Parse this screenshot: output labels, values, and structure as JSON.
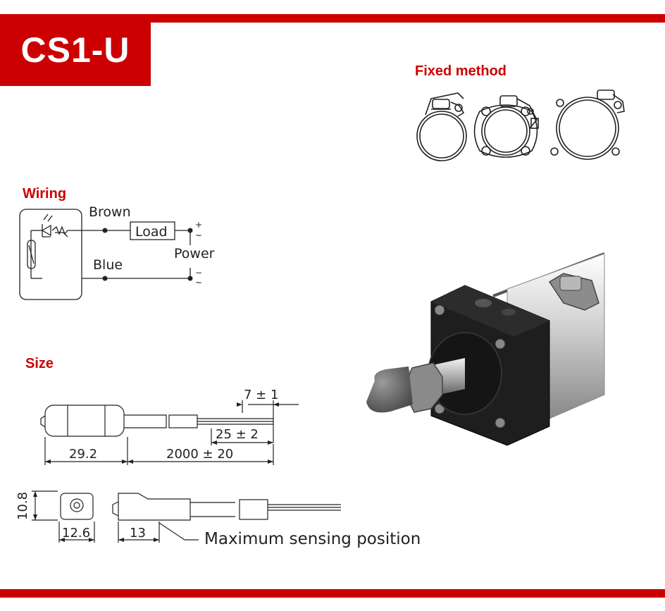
{
  "title": "CS1-U",
  "sections": {
    "fixed_method": "Fixed method",
    "wiring": "Wiring",
    "size": "Size"
  },
  "wiring": {
    "brown": "Brown",
    "load": "Load",
    "power": "Power",
    "blue": "Blue",
    "plus": "+",
    "minus": "−",
    "ac": "~"
  },
  "size": {
    "dim_7": "7 ± 1",
    "dim_25": "25 ± 2",
    "dim_29": "29.2",
    "dim_2000": "2000 ± 20",
    "dim_108": "10.8",
    "dim_126": "12.6",
    "dim_13": "13",
    "max_sensing": "Maximum sensing position"
  },
  "colors": {
    "brand_red": "#cc0000",
    "line": "#222222"
  },
  "icons": [
    "clamp-mount-1-icon",
    "clamp-mount-2-icon",
    "clamp-mount-3-icon",
    "cylinder-product-image"
  ]
}
